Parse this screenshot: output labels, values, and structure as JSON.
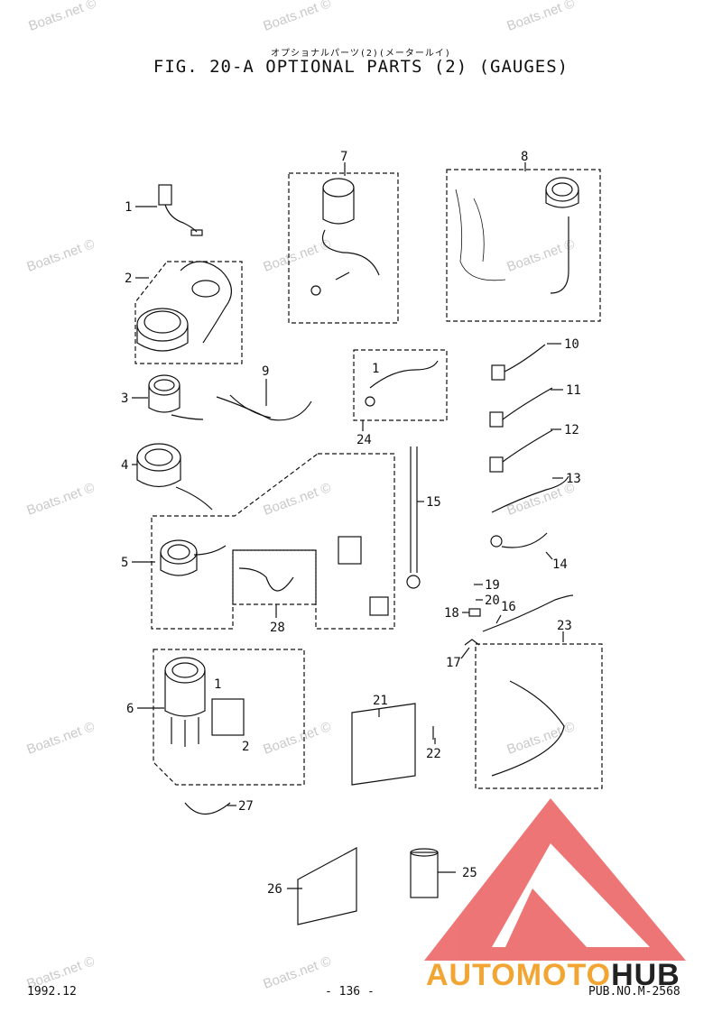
{
  "header": {
    "japanese_title": "オプショナルパーツ(2)(メータールイ)",
    "title": "FIG. 20-A OPTIONAL PARTS (2) (GAUGES)"
  },
  "footer": {
    "date": "1992.12",
    "page": "- 136 -",
    "pub_no": "PUB.NO.M-2568"
  },
  "watermark": "Boats.net ©",
  "logo": {
    "part1": "AUTOMOTO",
    "part2": "HUB",
    "accent_color": "#f2a533",
    "triangle_color": "#e84848"
  },
  "callouts": [
    "1",
    "2",
    "3",
    "4",
    "5",
    "6",
    "7",
    "8",
    "9",
    "10",
    "11",
    "12",
    "13",
    "14",
    "15",
    "16",
    "17",
    "18",
    "19",
    "20",
    "21",
    "22",
    "23",
    "24",
    "25",
    "26",
    "27",
    "28"
  ],
  "sub_callouts": {
    "box24_item1": "1",
    "box6_item1": "1",
    "box6_item2": "2"
  }
}
